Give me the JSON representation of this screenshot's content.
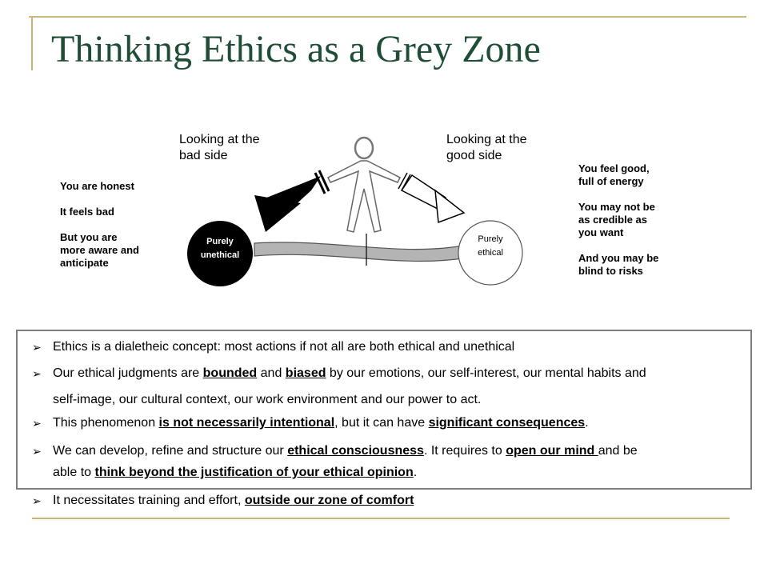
{
  "title": "Thinking Ethics as a Grey Zone",
  "labels": {
    "bad_side": [
      "Looking at the",
      "bad side"
    ],
    "good_side": [
      "Looking at the",
      "good side"
    ],
    "purely_unethical": [
      "Purely",
      "unethical"
    ],
    "purely_ethical": [
      "Purely",
      "ethical"
    ]
  },
  "left_notes": [
    "You are honest",
    "It feels bad",
    "But you are",
    "more aware and",
    "anticipate"
  ],
  "right_notes": [
    "You feel good,",
    "full of energy",
    "You may not be",
    "as credible as",
    "you want",
    "And you may be",
    "blind to risks"
  ],
  "bullet_glyph": "➢",
  "bullets": {
    "b1": "Ethics is a dialetheic concept: most actions if not all are both ethical and unethical",
    "b2": {
      "t1": "Our ethical judgments are ",
      "u1": "bounded",
      "t2": " and ",
      "u2": "biased",
      "t3": " by our emotions, our self-interest, our mental habits and",
      "line2": "self-image, our cultural context, our work environment and our power to act."
    },
    "b3": {
      "t1": "This phenomenon ",
      "u1": "is not necessarily intentional",
      "t2": ", but it can have ",
      "u2": "significant consequences",
      "t3": "."
    },
    "b4": {
      "t1": "We can develop, refine and structure our ",
      "u1": "ethical consciousness",
      "t2": ". It requires to ",
      "u2": "open our mind ",
      "t3": "and be",
      "t4": "able to ",
      "u3": "think beyond the justification of your ethical opinion",
      "t5": "."
    },
    "b5": {
      "t1": " It necessitates training and effort, ",
      "u1": "outside our zone of comfort"
    }
  },
  "colors": {
    "title": "#1f4d36",
    "frame": "#c8b97a",
    "box_border": "#7f7f7f"
  },
  "icons": [
    "person-figure-icon",
    "black-arrow-icon",
    "white-arrow-icon",
    "bullet-arrow-icon"
  ]
}
